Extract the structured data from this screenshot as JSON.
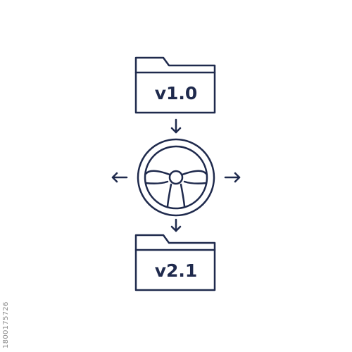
{
  "stroke_color": "#1f2a4d",
  "background_color": "#ffffff",
  "folders": {
    "top": {
      "label": "v1.0",
      "icon": "folder-icon"
    },
    "bottom": {
      "label": "v2.1",
      "icon": "folder-icon"
    }
  },
  "center_icon": "steering-wheel-icon",
  "arrows": [
    "arrow-down-icon",
    "arrow-left-icon",
    "arrow-right-icon",
    "arrow-down-icon"
  ],
  "watermark": {
    "stock_id": "1800175726"
  }
}
